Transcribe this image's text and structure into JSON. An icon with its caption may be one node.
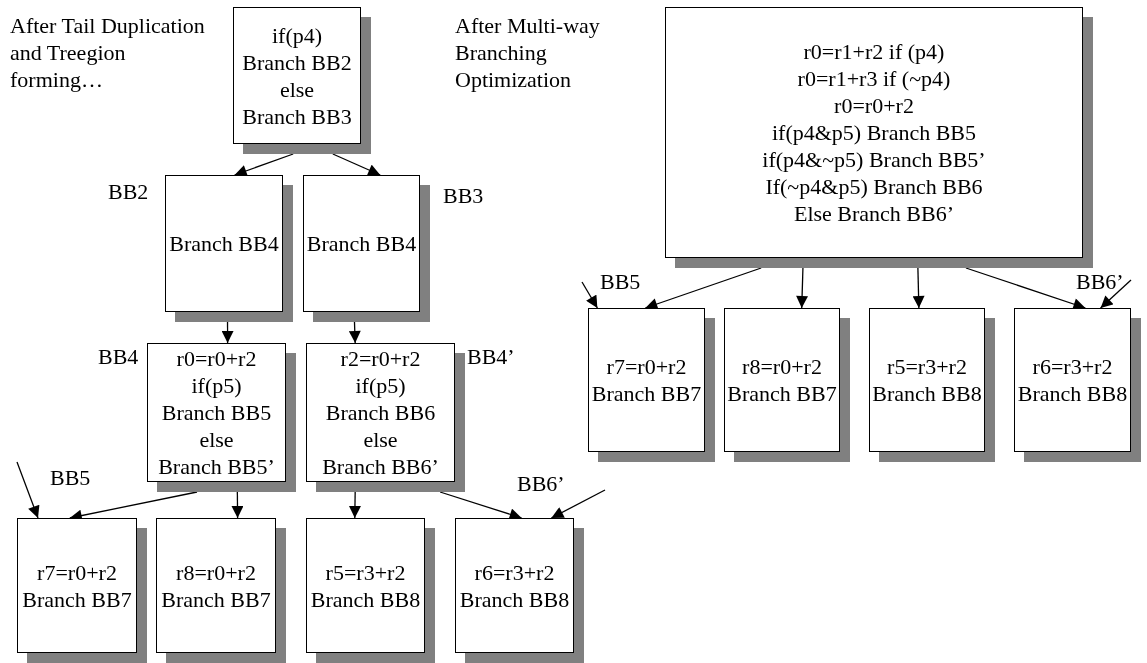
{
  "diagram": {
    "nodes": [
      {
        "text": [
          "if(p4)",
          "Branch BB2",
          "else",
          "Branch BB3"
        ]
      },
      {
        "text": [
          "Branch BB4"
        ],
        "beside": [
          "BB2"
        ]
      },
      {
        "text": [
          "Branch BB4"
        ],
        "beside": [
          "BB3"
        ]
      },
      {
        "text": [
          "r0=r0+r2",
          "if(p5)",
          "Branch BB5",
          "else",
          "Branch BB5’"
        ],
        "beside": [
          "BB4"
        ]
      },
      {
        "text": [
          "r2=r0+r2",
          "if(p5)",
          "Branch BB6",
          "else",
          "Branch BB6’"
        ],
        "beside": [
          "BB4’"
        ]
      },
      {
        "text": [
          "r7=r0+r2",
          "Branch BB7"
        ],
        "beside": [
          "BB5"
        ]
      },
      {
        "text": [
          "r8=r0+r2",
          "Branch BB7"
        ]
      },
      {
        "text": [
          "r5=r3+r2",
          "Branch BB8"
        ]
      },
      {
        "text": [
          "r6=r3+r2",
          "Branch BB8"
        ],
        "beside": [
          "BB6’"
        ]
      },
      {
        "text": [
          "r0=r1+r2 if (p4)",
          "r0=r1+r3 if (~p4)",
          "r0=r0+r2",
          "if(p4&p5) Branch BB5",
          "if(p4&~p5) Branch BB5’",
          "If(~p4&p5) Branch BB6",
          "Else Branch BB6’"
        ]
      },
      {
        "text": [
          "r7=r0+r2",
          "Branch BB7"
        ],
        "beside": [
          "BB5"
        ]
      },
      {
        "text": [
          "r8=r0+r2",
          "Branch BB7"
        ]
      },
      {
        "text": [
          "r5=r3+r2",
          "Branch BB8"
        ]
      },
      {
        "text": [
          "r6=r3+r2",
          "Branch BB8"
        ],
        "beside": [
          "BB6’"
        ]
      }
    ],
    "edges": [
      {
        "from": 0,
        "to": 1,
        "arrow": "to"
      },
      {
        "from": 0,
        "to": 2,
        "arrow": "to"
      },
      {
        "from": 1,
        "to": 3,
        "arrow": "to"
      },
      {
        "from": 2,
        "to": 4,
        "arrow": "to"
      },
      {
        "from": 3,
        "to": 5,
        "arrow": "to"
      },
      {
        "from": 3,
        "to": 6,
        "arrow": "to"
      },
      {
        "from": 4,
        "to": 7,
        "arrow": "to"
      },
      {
        "from": 4,
        "to": 8,
        "arrow": "to"
      },
      {
        "from": null,
        "to": 5,
        "arrow": "to"
      },
      {
        "from": null,
        "to": 8,
        "arrow": "to"
      },
      {
        "from": 9,
        "to": 10,
        "arrow": "to"
      },
      {
        "from": 9,
        "to": 11,
        "arrow": "to"
      },
      {
        "from": 9,
        "to": 12,
        "arrow": "to"
      },
      {
        "from": 9,
        "to": 13,
        "arrow": "to"
      },
      {
        "from": null,
        "to": 10,
        "arrow": "to"
      },
      {
        "from": null,
        "to": 13,
        "arrow": "to"
      }
    ],
    "labels": [
      "After Tail Duplication and Treegion forming…",
      "After Multi-way Branching Optimization"
    ]
  }
}
